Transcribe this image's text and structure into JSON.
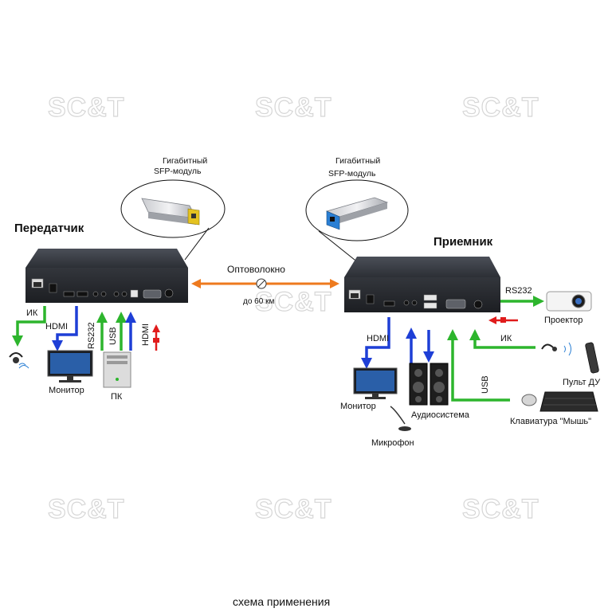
{
  "watermark": "SC&T",
  "transmitter": {
    "title": "Передатчик"
  },
  "receiver": {
    "title": "Приемник"
  },
  "sfp_left": {
    "line1": "Гигабитный",
    "line2": "SFP-модуль"
  },
  "sfp_right": {
    "line1": "Гигабитный",
    "line2": "SFP-модуль"
  },
  "fiber": {
    "label": "Оптоволокно",
    "distance": "до 60 км"
  },
  "left_links": {
    "ir": "ИК",
    "hdmi_out": "HDMI",
    "rs232": "RS232",
    "usb": "USB",
    "hdmi_in": "HDMI"
  },
  "left_devices": {
    "monitor": "Монитор",
    "pc": "ПК"
  },
  "right_links": {
    "rs232": "RS232",
    "hdmi": "HDMI",
    "ir": "ИК",
    "usb": "USB"
  },
  "right_devices": {
    "projector": "Проектор",
    "remote": "Пульт ДУ",
    "keyboard_mouse": "Клавиатура \"Мышь\"",
    "monitor": "Монитор",
    "speakers": "Аудиосистема",
    "microphone": "Микрофон"
  },
  "caption": "схема применения",
  "colors": {
    "green": "#2db52d",
    "blue": "#1e3fd6",
    "orange": "#ee7a1e",
    "red": "#e01b1b"
  }
}
